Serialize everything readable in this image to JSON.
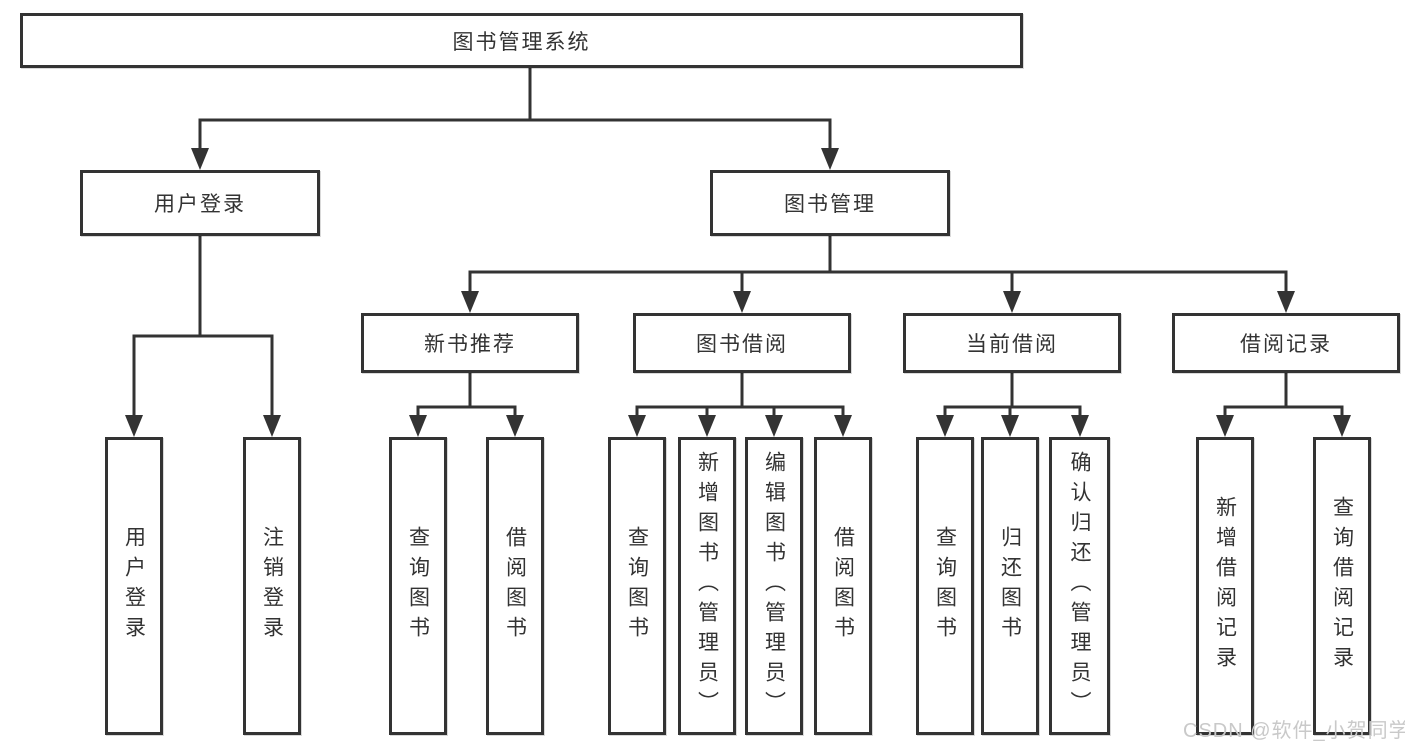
{
  "nodes": {
    "root": {
      "label": "图书管理系统"
    },
    "user_login": {
      "label": "用户登录"
    },
    "book_mgmt": {
      "label": "图书管理"
    },
    "new_books": {
      "label": "新书推荐"
    },
    "book_borrow": {
      "label": "图书借阅"
    },
    "current_borrow": {
      "label": "当前借阅"
    },
    "borrow_records": {
      "label": "借阅记录"
    },
    "leaf_user_login": {
      "label": "用户登录"
    },
    "leaf_logout": {
      "label": "注销登录"
    },
    "leaf_nb_query": {
      "label": "查询图书"
    },
    "leaf_nb_borrow": {
      "label": "借阅图书"
    },
    "leaf_bb_query": {
      "label": "查询图书"
    },
    "leaf_bb_add": {
      "label": "新增图书（管理员）"
    },
    "leaf_bb_edit": {
      "label": "编辑图书（管理员）"
    },
    "leaf_bb_borrow": {
      "label": "借阅图书"
    },
    "leaf_cb_query": {
      "label": "查询图书"
    },
    "leaf_cb_return": {
      "label": "归还图书"
    },
    "leaf_cb_confirm": {
      "label": "确认归还（管理员）"
    },
    "leaf_br_add": {
      "label": "新增借阅记录"
    },
    "leaf_br_query": {
      "label": "查询借阅记录"
    }
  },
  "watermark": {
    "text": "CSDN @软件_小贺同学"
  },
  "colors": {
    "line": "#333333",
    "text": "#333333",
    "background": "#ffffff",
    "watermark": "#c9c9c9"
  }
}
